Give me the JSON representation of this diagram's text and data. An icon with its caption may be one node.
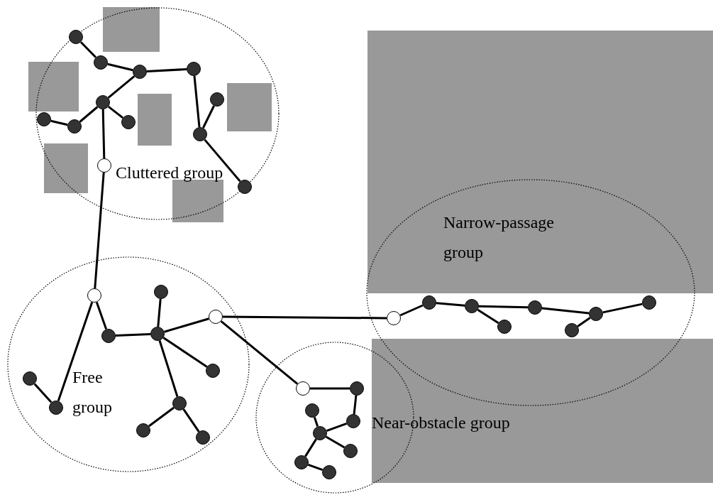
{
  "diagram": {
    "nodes": [
      {
        "text": [
          "Cluttered group"
        ]
      },
      {
        "text": [],
        "shape": "circle",
        "in": 0
      },
      {
        "text": [],
        "shape": "circle",
        "in": 0
      },
      {
        "text": [],
        "shape": "circle",
        "in": 0
      },
      {
        "text": [],
        "shape": "circle",
        "in": 0
      },
      {
        "text": [],
        "shape": "circle",
        "in": 0
      },
      {
        "text": [],
        "shape": "circle",
        "in": 0
      },
      {
        "text": [],
        "shape": "circle",
        "in": 0
      },
      {
        "text": [],
        "shape": "circle",
        "in": 0
      },
      {
        "text": [],
        "shape": "circle",
        "in": 0
      },
      {
        "text": [],
        "shape": "circle",
        "in": 0
      },
      {
        "text": [],
        "shape": "circle",
        "in": 0
      },
      {
        "text": [],
        "shape": "circle",
        "in": 0
      },
      {
        "text": [
          "Narrow-passage group"
        ]
      },
      {
        "text": [],
        "shape": "circle",
        "in": 13
      },
      {
        "text": [],
        "shape": "circle",
        "in": 13
      },
      {
        "text": [],
        "shape": "circle",
        "in": 13
      },
      {
        "text": [],
        "shape": "circle",
        "in": 13
      },
      {
        "text": [],
        "shape": "circle",
        "in": 13
      },
      {
        "text": [],
        "shape": "circle",
        "in": 13
      },
      {
        "text": [],
        "shape": "circle",
        "in": 13
      },
      {
        "text": [],
        "shape": "circle",
        "in": 13
      },
      {
        "text": [
          "Free group"
        ]
      },
      {
        "text": [],
        "shape": "circle",
        "in": 22
      },
      {
        "text": [],
        "shape": "circle",
        "in": 22
      },
      {
        "text": [],
        "shape": "circle",
        "in": 22
      },
      {
        "text": [],
        "shape": "circle",
        "in": 22
      },
      {
        "text": [],
        "shape": "circle",
        "in": 22
      },
      {
        "text": [],
        "shape": "circle",
        "in": 22
      },
      {
        "text": [],
        "shape": "circle",
        "in": 22
      },
      {
        "text": [],
        "shape": "circle",
        "in": 22
      },
      {
        "text": [],
        "shape": "circle",
        "in": 22
      },
      {
        "text": [],
        "shape": "circle",
        "in": 22
      },
      {
        "text": [],
        "shape": "circle",
        "in": 22
      },
      {
        "text": [
          "Near-obstacle group"
        ]
      },
      {
        "text": [],
        "shape": "circle",
        "in": 34
      },
      {
        "text": [],
        "shape": "circle",
        "in": 34
      },
      {
        "text": [],
        "shape": "circle",
        "in": 34
      },
      {
        "text": [],
        "shape": "circle",
        "in": 34
      },
      {
        "text": [],
        "shape": "circle",
        "in": 34
      },
      {
        "text": [],
        "shape": "circle",
        "in": 34
      },
      {
        "text": [],
        "shape": "circle",
        "in": 34
      },
      {
        "text": [],
        "shape": "circle",
        "in": 34
      }
    ],
    "edges": [
      {
        "from": 1,
        "to": 2,
        "arrow": "none"
      },
      {
        "from": 2,
        "to": 4,
        "arrow": "none"
      },
      {
        "from": 4,
        "to": 3,
        "arrow": "none"
      },
      {
        "from": 4,
        "to": 6,
        "arrow": "none"
      },
      {
        "from": 6,
        "to": 9,
        "arrow": "none"
      },
      {
        "from": 9,
        "to": 7,
        "arrow": "none"
      },
      {
        "from": 6,
        "to": 8,
        "arrow": "none"
      },
      {
        "from": 6,
        "to": 11,
        "arrow": "none"
      },
      {
        "from": 3,
        "to": 10,
        "arrow": "none"
      },
      {
        "from": 10,
        "to": 5,
        "arrow": "none"
      },
      {
        "from": 10,
        "to": 12,
        "arrow": "none"
      },
      {
        "from": 11,
        "to": 23,
        "arrow": "none"
      },
      {
        "from": 23,
        "to": 27,
        "arrow": "none"
      },
      {
        "from": 27,
        "to": 26,
        "arrow": "none"
      },
      {
        "from": 26,
        "to": 24,
        "arrow": "none"
      },
      {
        "from": 26,
        "to": 25,
        "arrow": "none"
      },
      {
        "from": 26,
        "to": 28,
        "arrow": "none"
      },
      {
        "from": 26,
        "to": 30,
        "arrow": "none"
      },
      {
        "from": 30,
        "to": 32,
        "arrow": "none"
      },
      {
        "from": 30,
        "to": 33,
        "arrow": "none"
      },
      {
        "from": 23,
        "to": 31,
        "arrow": "none"
      },
      {
        "from": 31,
        "to": 29,
        "arrow": "none"
      },
      {
        "from": 25,
        "to": 35,
        "arrow": "none"
      },
      {
        "from": 25,
        "to": 14,
        "arrow": "none"
      },
      {
        "from": 35,
        "to": 36,
        "arrow": "none"
      },
      {
        "from": 36,
        "to": 38,
        "arrow": "none"
      },
      {
        "from": 38,
        "to": 39,
        "arrow": "none"
      },
      {
        "from": 39,
        "to": 37,
        "arrow": "none"
      },
      {
        "from": 39,
        "to": 40,
        "arrow": "none"
      },
      {
        "from": 39,
        "to": 41,
        "arrow": "none"
      },
      {
        "from": 41,
        "to": 42,
        "arrow": "none"
      },
      {
        "from": 14,
        "to": 15,
        "arrow": "none"
      },
      {
        "from": 15,
        "to": 16,
        "arrow": "none"
      },
      {
        "from": 16,
        "to": 17,
        "arrow": "none"
      },
      {
        "from": 16,
        "to": 18,
        "arrow": "none"
      },
      {
        "from": 18,
        "to": 19,
        "arrow": "none"
      },
      {
        "from": 19,
        "to": 20,
        "arrow": "none"
      },
      {
        "from": 19,
        "to": 21,
        "arrow": "none"
      }
    ]
  }
}
